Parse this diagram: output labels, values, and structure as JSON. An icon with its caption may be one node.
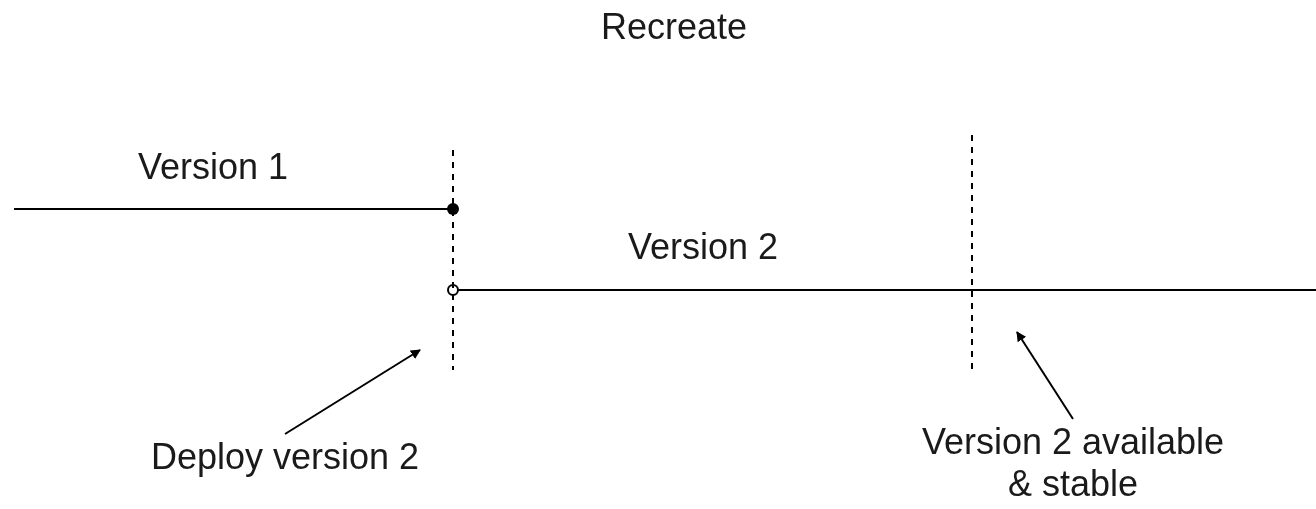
{
  "diagram": {
    "title": "Recreate",
    "nodes": [
      {
        "text": [
          "Deploy version 2"
        ]
      },
      {
        "text": [
          "Version 2 available & stable"
        ]
      }
    ],
    "edges": [
      {
        "from": 0,
        "to": null,
        "arrow": "to"
      },
      {
        "from": 1,
        "to": null,
        "arrow": "to"
      }
    ],
    "labels": [
      "Version 1",
      "Version 2"
    ]
  }
}
